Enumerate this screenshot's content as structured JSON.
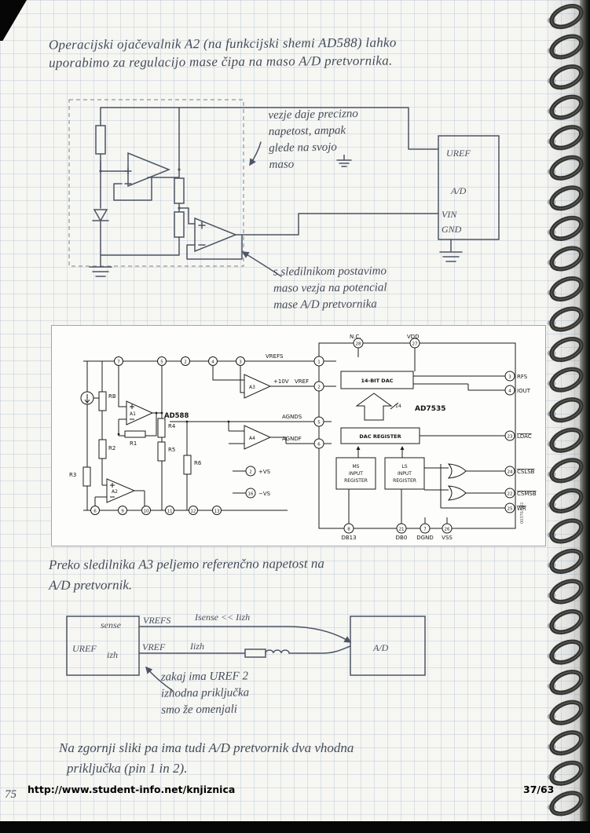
{
  "header": {
    "line1": "Operacijski ojačevalnik A2 (na funkcijski shemi AD588) lahko",
    "line2": "uporabimo za regulacijo mase čipa na maso A/D pretvornika."
  },
  "top_circuit": {
    "note_voltage": {
      "l1": "vezje daje precizno",
      "l2": "napetost, ampak",
      "l3": "glede na svojo",
      "l4": "maso"
    },
    "note_follower": {
      "l1": "s sledilnikom postavimo",
      "l2": "maso vezja na potencial",
      "l3": "mase A/D pretvornika"
    },
    "adc": {
      "uref": "UREF",
      "name": "A/D",
      "vin": "VIN",
      "gnd": "GND"
    }
  },
  "figure": {
    "ad588": {
      "name": "AD588",
      "a1": "A1",
      "a2": "A2",
      "a3": "A3",
      "a4": "A4",
      "rb": "RB",
      "r1": "R1",
      "r2": "R2",
      "r3": "R3",
      "r4": "R4",
      "r5": "R5",
      "r6": "R6",
      "pins_top": [
        "7",
        "5",
        "2",
        "4",
        "3"
      ],
      "pins_bottom": [
        "6",
        "9",
        "10",
        "11",
        "12",
        "13"
      ],
      "pvs": "+VS",
      "pvs_pin": "2",
      "mvs": "−VS",
      "mvs_pin": "16"
    },
    "signals": {
      "vrefs": "VREFS",
      "vrefs_pin": "1",
      "plus10v": "+10V",
      "vref": "VREF",
      "vref_pin": "2",
      "agnds": "AGNDS",
      "agnds_pin": "5",
      "agndf": "AGNDF",
      "agndf_pin": "6"
    },
    "ad7535": {
      "name": "AD7535",
      "nc": "N.C.",
      "nc_pin": "28",
      "vdd": "VDD",
      "vdd_pin": "27",
      "dac": "14-BIT DAC",
      "bus": "14",
      "rfs": "RFS",
      "rfs_pin": "3",
      "iout": "IOUT",
      "iout_pin": "4",
      "dac_reg": "DAC REGISTER",
      "ms1": "MS",
      "ms2": "INPUT",
      "ms3": "REGISTER",
      "ls1": "LS",
      "ls2": "INPUT",
      "ls3": "REGISTER",
      "ldac": "LDAC",
      "ldac_pin": "23",
      "cslsb": "CSLSB",
      "cslsb_pin": "24",
      "csmsb": "CSMSB",
      "csmsb_pin": "22",
      "wr": "WR",
      "wr_pin": "25",
      "db13": "DB13",
      "db13_pin": "8",
      "db0": "DB0",
      "db0_pin": "21",
      "dgnd": "DGND",
      "dgnd_pin": "7",
      "vss": "VSS",
      "vss_pin": "26",
      "side_code": "00376-982"
    }
  },
  "mid_text": {
    "line1": "Preko sledilnika A3 peljemo referenčno napetost na",
    "line2": "A/D pretvornik."
  },
  "follower_diagram": {
    "uref": "UREF",
    "sense": "sense",
    "izh": "izh",
    "vrefs": "VREFS",
    "vref": "VREF",
    "isense_note": "Isense << Iizh",
    "iizh": "Iizh",
    "adc": "A/D",
    "note": {
      "l1": "zakaj ima UREF 2",
      "l2": "izhodna priključka",
      "l3": "smo že omenjali"
    }
  },
  "bottom_text": {
    "line1": "Na zgornji sliki pa ima tudi A/D pretvornik dva vhodna",
    "line2": "priključka (pin 1 in 2)."
  },
  "footer": {
    "url": "http://www.student-info.net/knjiznica",
    "page": "37/63",
    "corner_number": "75"
  }
}
